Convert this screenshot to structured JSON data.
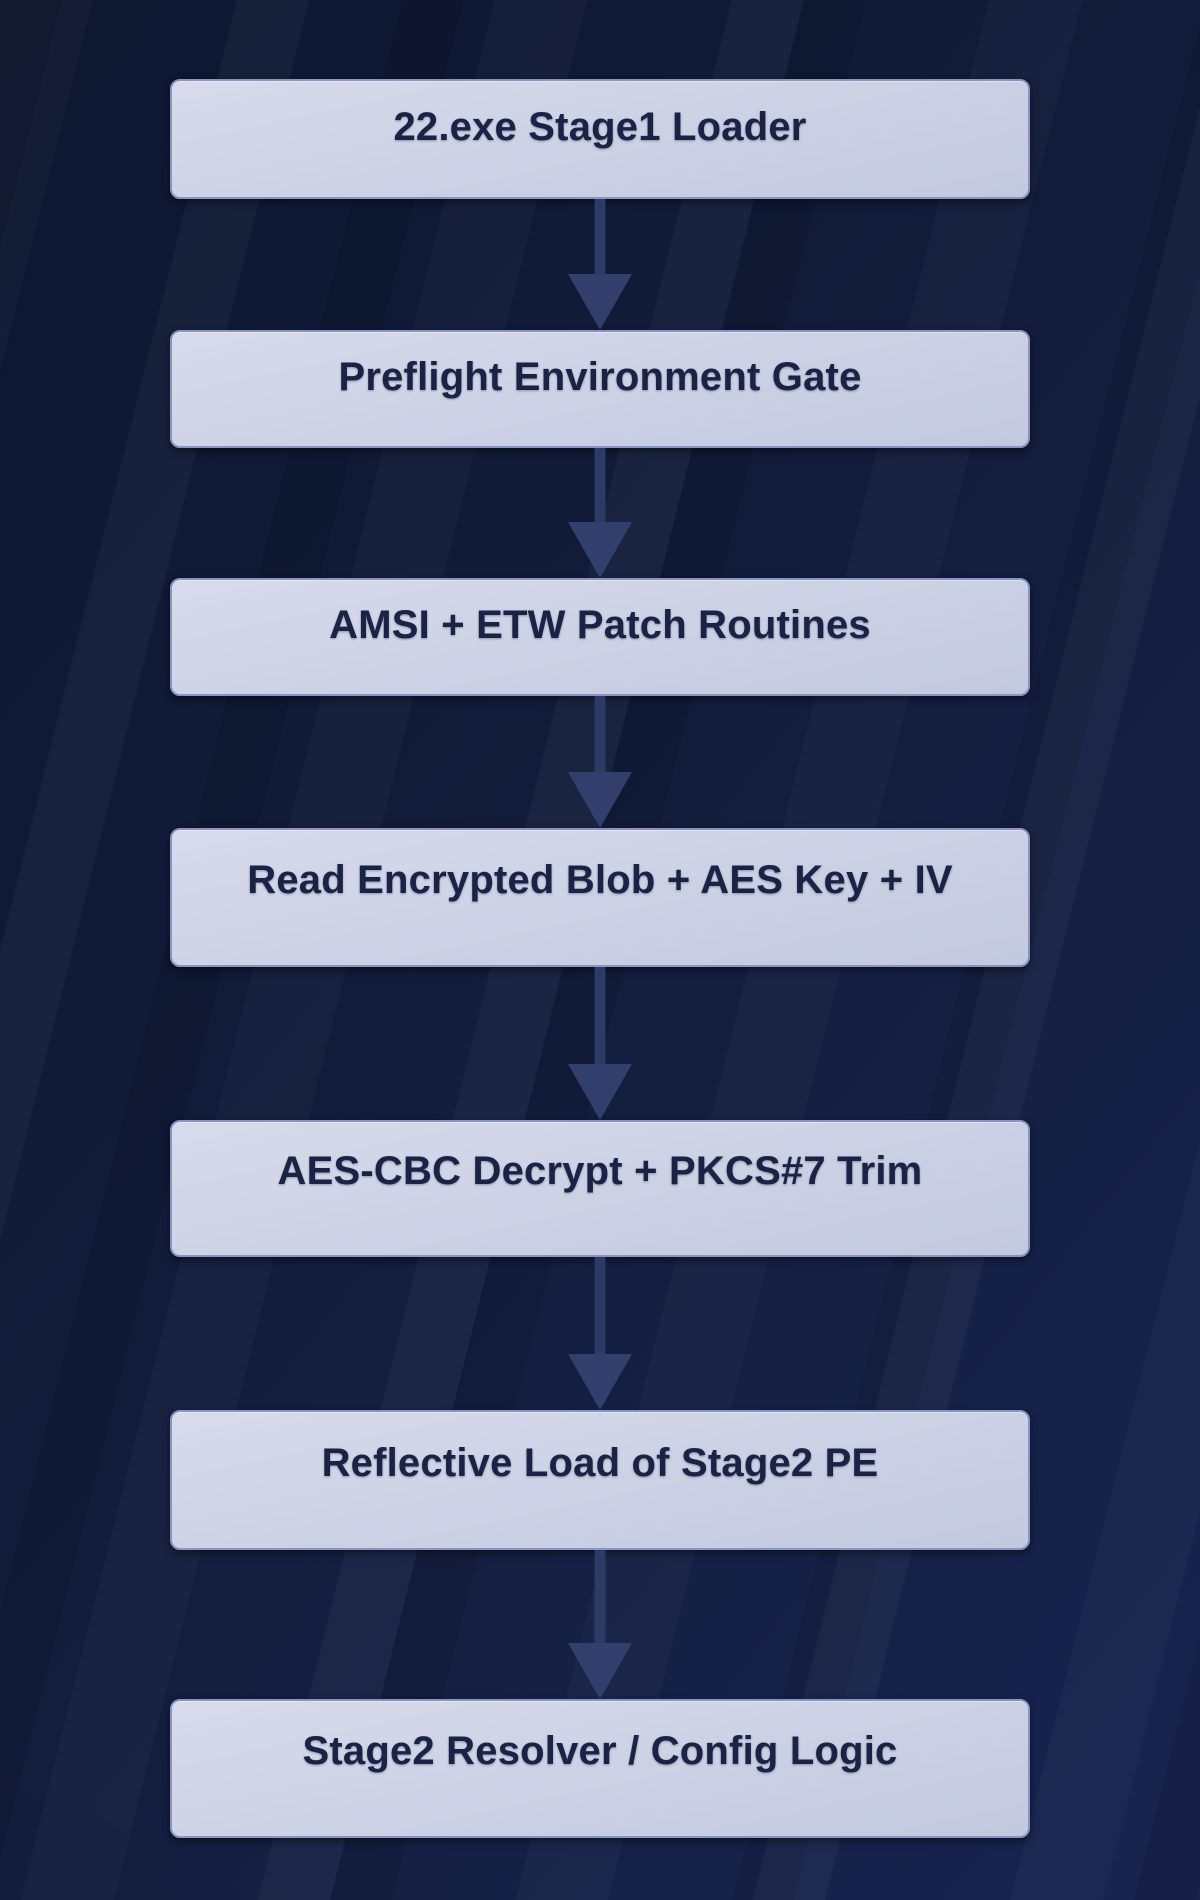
{
  "diagram": {
    "type": "flowchart",
    "direction": "top-down",
    "nodes": [
      {
        "label": "22.exe Stage1 Loader"
      },
      {
        "label": "Preflight Environment Gate"
      },
      {
        "label": "AMSI + ETW Patch Routines"
      },
      {
        "label": "Read Encrypted Blob + AES Key + IV"
      },
      {
        "label": "AES-CBC Decrypt + PKCS#7 Trim"
      },
      {
        "label": "Reflective Load of Stage2 PE"
      },
      {
        "label": "Stage2 Resolver / Config Logic"
      }
    ],
    "edges": [
      {
        "from": 0,
        "to": 1,
        "style": "arrow-down"
      },
      {
        "from": 1,
        "to": 2,
        "style": "arrow-down"
      },
      {
        "from": 2,
        "to": 3,
        "style": "arrow-down"
      },
      {
        "from": 3,
        "to": 4,
        "style": "arrow-down"
      },
      {
        "from": 4,
        "to": 5,
        "style": "arrow-down"
      },
      {
        "from": 5,
        "to": 6,
        "style": "arrow-down"
      }
    ]
  },
  "colors": {
    "background_start": "#0e1730",
    "background_mid": "#121c3a",
    "background_end": "#182450",
    "node_fill_top": "#d7dbeb",
    "node_fill_mid": "#cdd2e5",
    "node_fill_bottom": "#c3c9de",
    "node_border": "#8a94c2",
    "node_text": "#1a2345",
    "arrow_stem": "#2e3a66",
    "arrow_head": "#323f6d"
  }
}
